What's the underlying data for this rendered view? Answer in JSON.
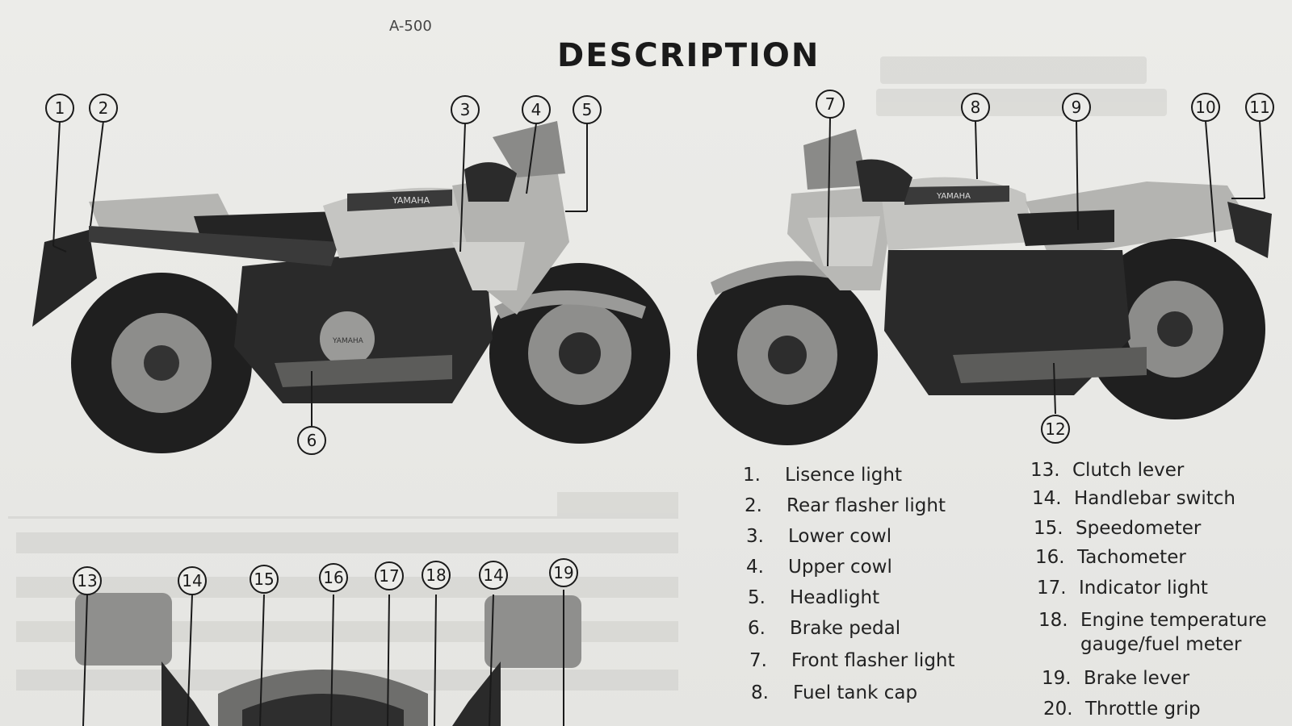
{
  "page_code": "A-500",
  "title": "DESCRIPTION",
  "callouts": {
    "c1": "1",
    "c2": "2",
    "c3": "3",
    "c4": "4",
    "c5": "5",
    "c6": "6",
    "c7": "7",
    "c8": "8",
    "c9": "9",
    "c10": "10",
    "c11": "11",
    "c12": "12",
    "c13": "13",
    "c14a": "14",
    "c15": "15",
    "c16": "16",
    "c17": "17",
    "c18": "18",
    "c14b": "14",
    "c19": "19"
  },
  "parts_left": [
    {
      "num": "1.",
      "label": "Lisence light"
    },
    {
      "num": "2.",
      "label": "Rear flasher light"
    },
    {
      "num": "3.",
      "label": "Lower cowl"
    },
    {
      "num": "4.",
      "label": "Upper cowl"
    },
    {
      "num": "5.",
      "label": "Headlight"
    },
    {
      "num": "6.",
      "label": "Brake pedal"
    },
    {
      "num": "7.",
      "label": "Front flasher light"
    },
    {
      "num": "8.",
      "label": "Fuel tank cap"
    }
  ],
  "parts_right": [
    {
      "num": "13.",
      "label": "Clutch lever"
    },
    {
      "num": "14.",
      "label": "Handlebar switch"
    },
    {
      "num": "15.",
      "label": "Speedometer"
    },
    {
      "num": "16.",
      "label": "Tachometer"
    },
    {
      "num": "17.",
      "label": "Indicator light"
    },
    {
      "num": "18.",
      "label": "Engine temperature",
      "label2": "gauge/fuel meter"
    },
    {
      "num": "19.",
      "label": "Brake lever"
    },
    {
      "num": "20.",
      "label": "Throttle grip"
    }
  ],
  "bike_brand": "YAMAHA"
}
